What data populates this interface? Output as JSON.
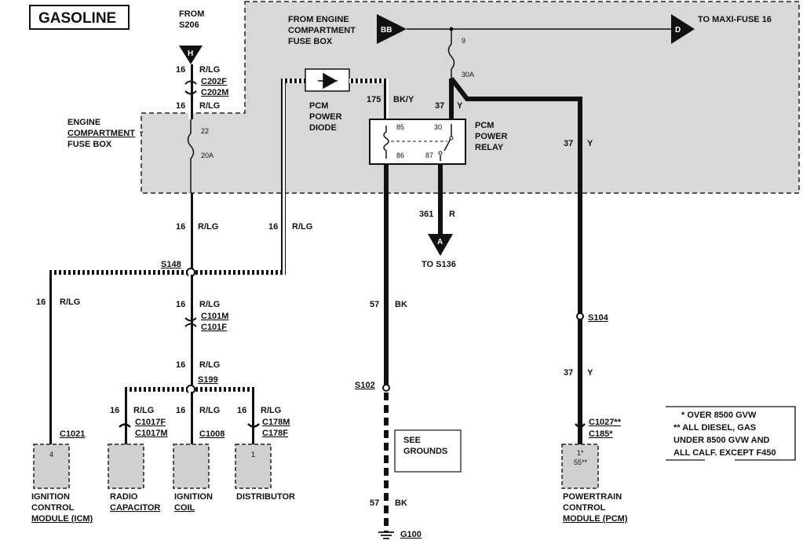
{
  "title": "GASOLINE",
  "source": {
    "line1": "FROM",
    "line2": "S206"
  },
  "engine_box": {
    "line1": "FROM ENGINE",
    "line2": "COMPARTMENT",
    "line3": "FUSE BOX"
  },
  "to_maxi_fuse": "TO MAXI-FUSE 16",
  "connectors": {
    "h": "H",
    "bb": "BB",
    "d": "D",
    "a": "A"
  },
  "fuse_box_label": {
    "line1": "ENGINE",
    "line2": "COMPARTMENT",
    "line3": "FUSE BOX"
  },
  "fuse22": {
    "num": "22",
    "amp": "20A"
  },
  "fuse9": {
    "num": "9",
    "amp": "30A"
  },
  "diode": {
    "line1": "PCM",
    "line2": "POWER",
    "line3": "DIODE"
  },
  "relay": {
    "line1": "PCM",
    "line2": "POWER",
    "line3": "RELAY",
    "p85": "85",
    "p30": "30",
    "p86": "86",
    "p87": "87"
  },
  "wires": {
    "gauge16": "16",
    "rlg": "R/LG",
    "w175": "175",
    "bky": "BK/Y",
    "w37": "37",
    "y": "Y",
    "w361": "361",
    "r": "R",
    "w57": "57",
    "bk": "BK"
  },
  "conn_labels": {
    "c202f": "C202F",
    "c202m": "C202M",
    "c101m": "C101M",
    "c101f": "C101F",
    "c1017f": "C1017F",
    "c1017m": "C1017M",
    "c178m": "C178M",
    "c178f": "C178F",
    "c1021": "C1021",
    "c1008": "C1008",
    "c1027": "C1027**",
    "c185": "C185*"
  },
  "splices": {
    "s148": "S148",
    "s199": "S199",
    "s102": "S102",
    "s104": "S104",
    "g100": "G100"
  },
  "to_s136": "TO S136",
  "see_grounds": {
    "line1": "SEE",
    "line2": "GROUNDS"
  },
  "pins": {
    "icm": "4",
    "dist": "1",
    "pcm1": "1*",
    "pcm2": "55**"
  },
  "components": {
    "icm": [
      "IGNITION",
      "CONTROL",
      "MODULE (ICM)"
    ],
    "radio": [
      "RADIO",
      "CAPACITOR"
    ],
    "coil": [
      "IGNITION",
      "COIL"
    ],
    "dist": [
      "DISTRIBUTOR"
    ],
    "pcm": [
      "POWERTRAIN",
      "CONTROL",
      "MODULE (PCM)"
    ]
  },
  "note": {
    "line1": "*  OVER 8500 GVW",
    "line2": "**  ALL DIESEL, GAS",
    "line3": "UNDER 8500 GVW AND",
    "line4": "ALL CALF. EXCEPT F450"
  }
}
